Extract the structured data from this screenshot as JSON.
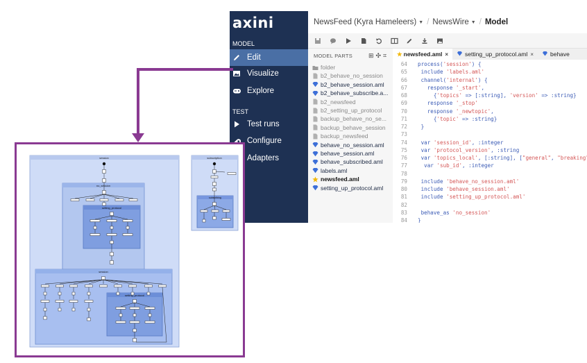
{
  "app": {
    "logo": "axini",
    "sidebar": {
      "section_model": "MODEL",
      "section_test": "TEST",
      "items": [
        {
          "label": "Edit",
          "icon": "pencil-icon"
        },
        {
          "label": "Visualize",
          "icon": "image-icon"
        },
        {
          "label": "Explore",
          "icon": "gamepad-icon"
        },
        {
          "label": "Test runs",
          "icon": "play-icon"
        },
        {
          "label": "Configure",
          "icon": "wrench-icon"
        },
        {
          "label": "Adapters",
          "icon": "plug-icon"
        }
      ]
    },
    "breadcrumb": {
      "project": "NewsFeed (Kyra Hameleers)",
      "group": "NewsWire",
      "current": "Model"
    },
    "model_parts": {
      "heading": "MODEL PARTS",
      "items": [
        {
          "name": "folder",
          "type": "folder"
        },
        {
          "name": "b2_behave_no_session",
          "type": "file-muted"
        },
        {
          "name": "b2_behave_session.aml",
          "type": "aml"
        },
        {
          "name": "b2_behave_subscribe.a...",
          "type": "aml"
        },
        {
          "name": "b2_newsfeed",
          "type": "file-muted"
        },
        {
          "name": "b2_setting_up_protocol",
          "type": "file-muted"
        },
        {
          "name": "backup_behave_no_se...",
          "type": "file-muted"
        },
        {
          "name": "backup_behave_session",
          "type": "file-muted"
        },
        {
          "name": "backup_newsfeed",
          "type": "file-muted"
        },
        {
          "name": "behave_no_session.aml",
          "type": "aml"
        },
        {
          "name": "behave_session.aml",
          "type": "aml"
        },
        {
          "name": "behave_subscribed.aml",
          "type": "aml"
        },
        {
          "name": "labels.aml",
          "type": "aml"
        },
        {
          "name": "newsfeed.aml",
          "type": "star"
        },
        {
          "name": "setting_up_protocol.aml",
          "type": "aml"
        }
      ]
    },
    "tabs": [
      {
        "label": "newsfeed.aml",
        "icon": "star-icon",
        "active": true
      },
      {
        "label": "setting_up_protocol.aml",
        "icon": "gem-icon",
        "active": false
      },
      {
        "label": "behave",
        "icon": "gem-icon",
        "active": false
      }
    ],
    "code": [
      {
        "n": "64",
        "t": "process('session') {"
      },
      {
        "n": "65",
        "t": " include 'labels.aml'"
      },
      {
        "n": "66",
        "t": " channel('internal') {"
      },
      {
        "n": "67",
        "t": "   response '_start',"
      },
      {
        "n": "68",
        "t": "     {'topics' => [:string], 'version' => :string}"
      },
      {
        "n": "69",
        "t": "   response '_stop'"
      },
      {
        "n": "70",
        "t": "   response '_newtopic',"
      },
      {
        "n": "71",
        "t": "     {'topic' => :string}"
      },
      {
        "n": "72",
        "t": " }"
      },
      {
        "n": "73",
        "t": ""
      },
      {
        "n": "74",
        "t": " var 'session_id', :integer"
      },
      {
        "n": "75",
        "t": " var 'protocol_version', :string"
      },
      {
        "n": "76",
        "t": " var 'topics_local', [:string], [\"general\", \"breaking\","
      },
      {
        "n": "77",
        "t": "  var 'sub_id', :integer"
      },
      {
        "n": "78",
        "t": ""
      },
      {
        "n": "79",
        "t": " include 'behave_no_session.aml'"
      },
      {
        "n": "80",
        "t": " include 'behave_session.aml'"
      },
      {
        "n": "81",
        "t": " include 'setting_up_protocol.aml'"
      },
      {
        "n": "82",
        "t": ""
      },
      {
        "n": "83",
        "t": " behave_as 'no_session'"
      },
      {
        "n": "84",
        "t": "}"
      }
    ]
  },
  "visualization": {
    "labels": {
      "session": "session",
      "subscription": "subscription",
      "no_session": "no_session",
      "setting_up_protocol": "setting_protocol",
      "session_inner": "session",
      "setting_up_protocol_2": "setting_protocol",
      "subscribing": "subscribing"
    }
  },
  "colors": {
    "sidebar": "#1e3153",
    "sidebar_active": "#4a6fa5",
    "accent": "#8a3a92",
    "aml_icon": "#3d6fd8",
    "star_icon": "#f2b705"
  }
}
